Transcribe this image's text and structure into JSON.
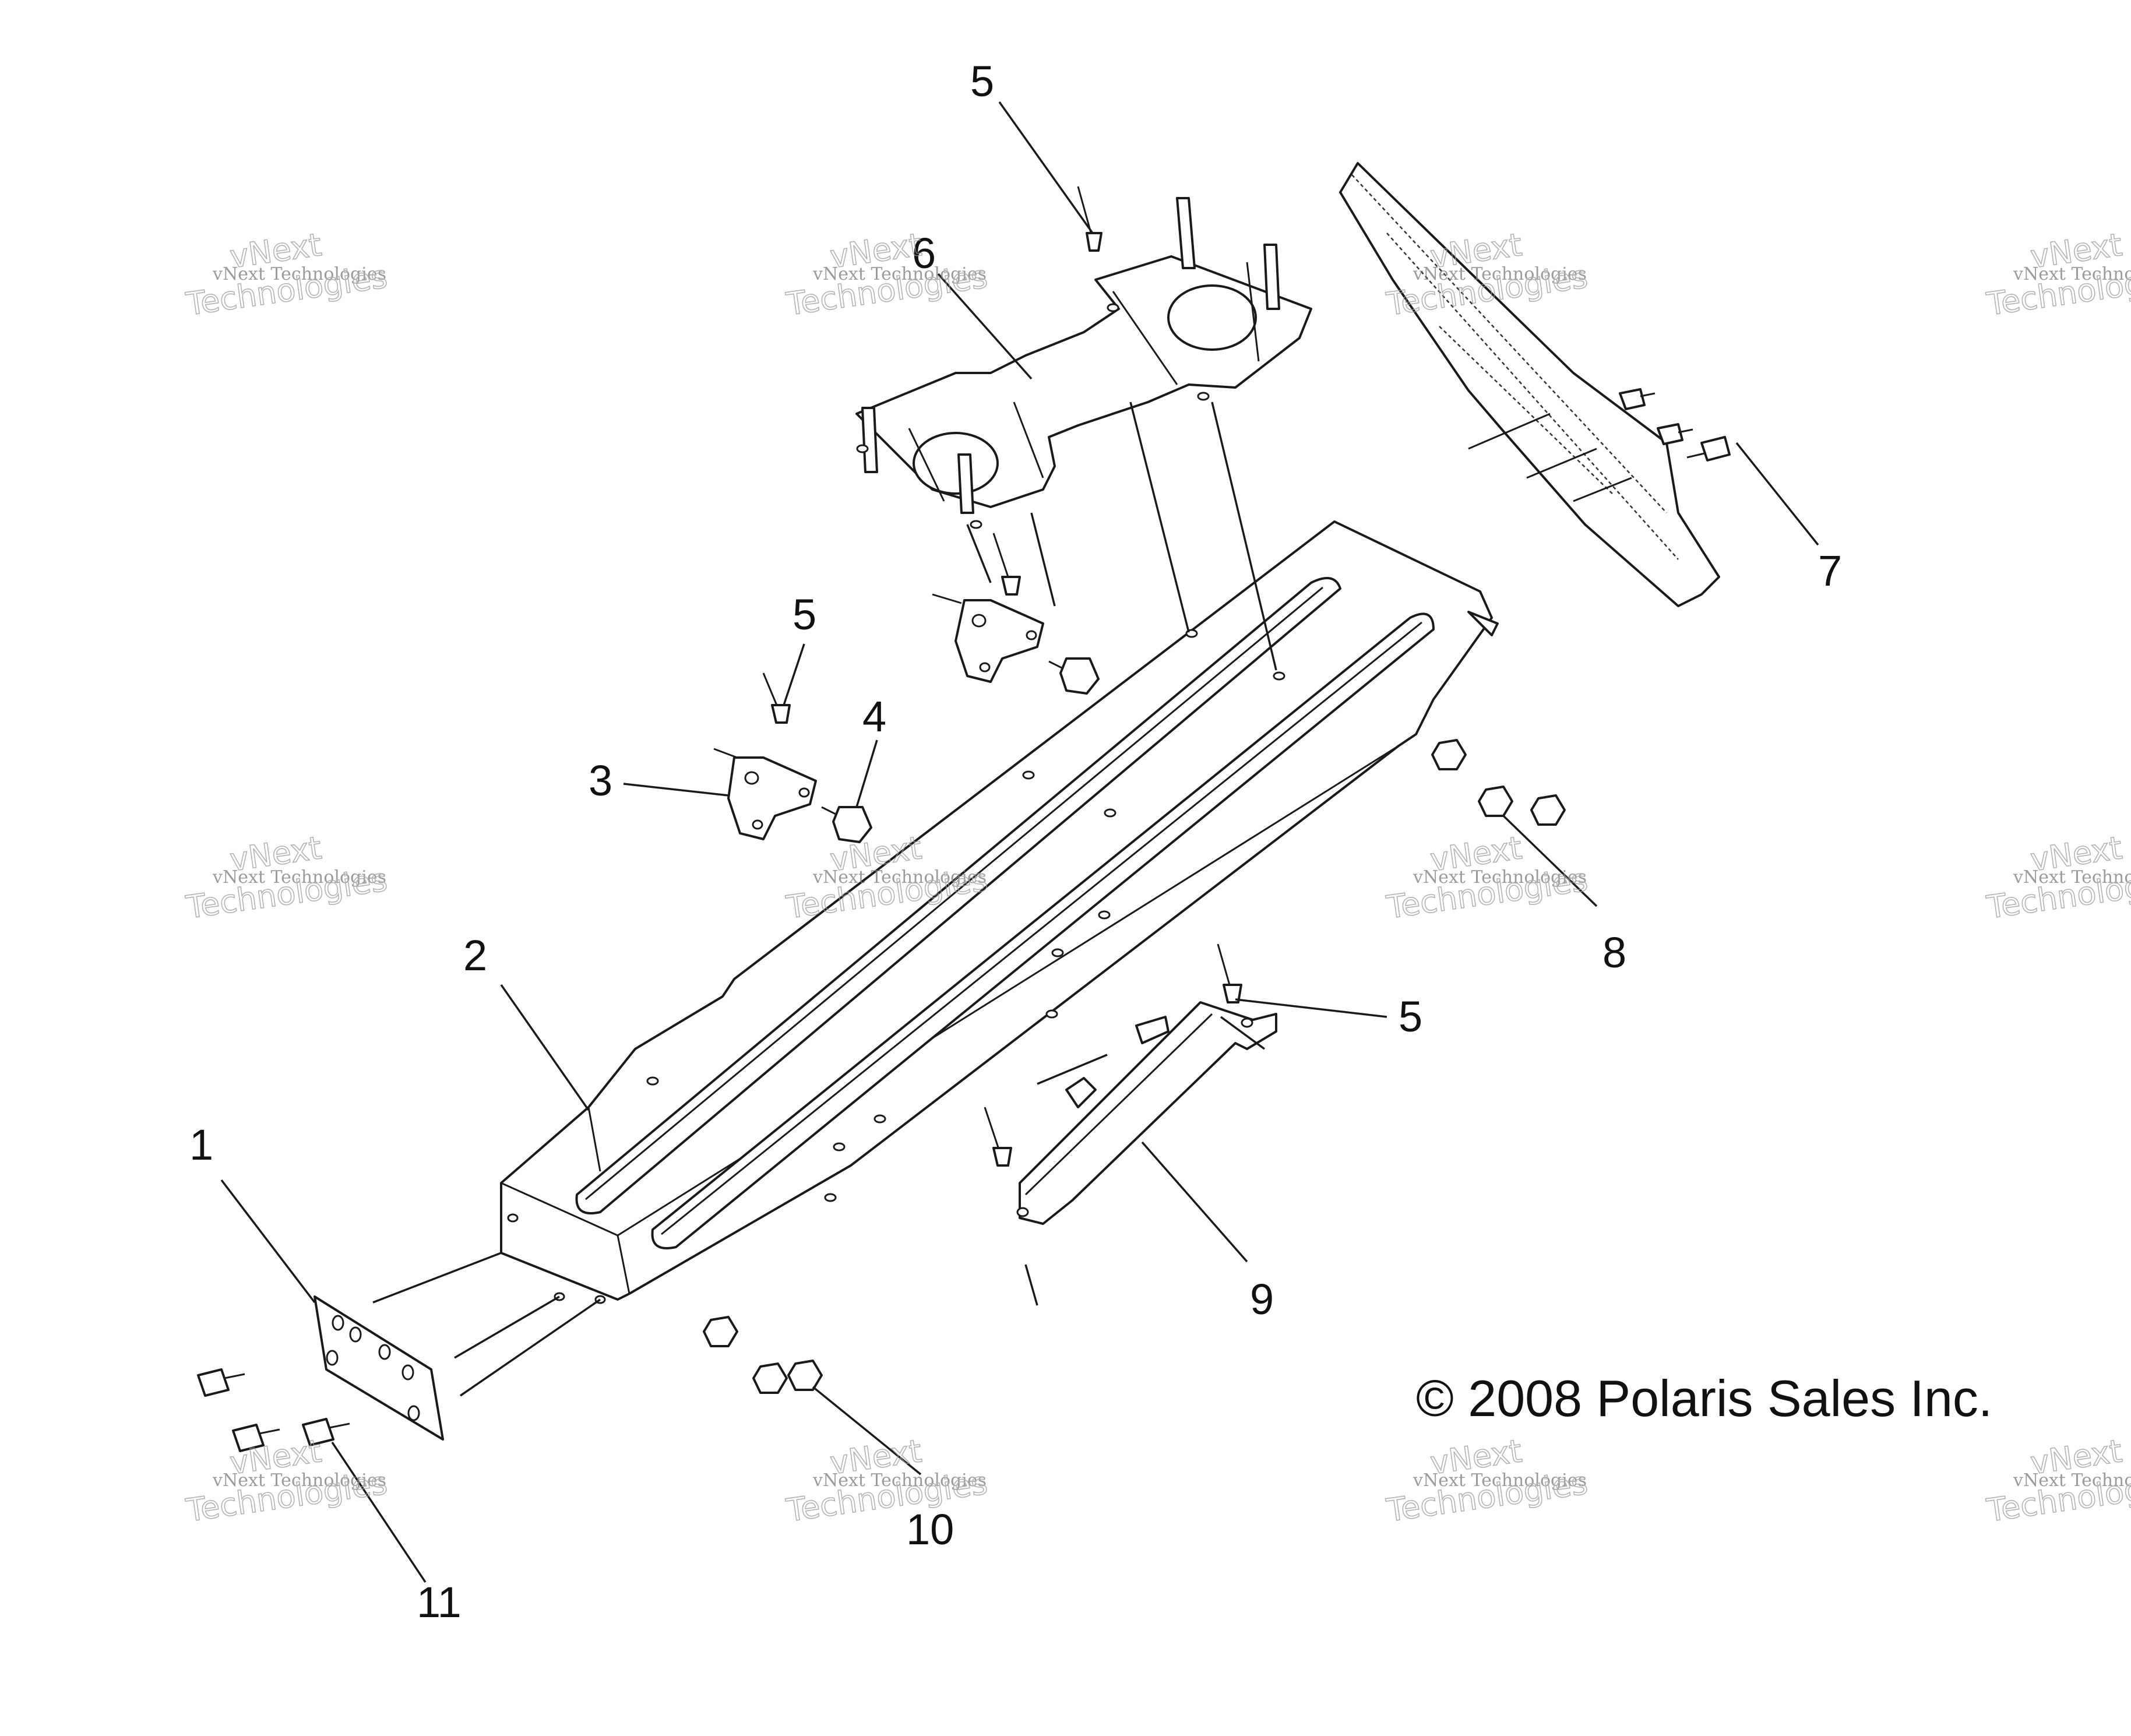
{
  "diagram": {
    "callouts": [
      {
        "id": "1",
        "label": "1"
      },
      {
        "id": "2",
        "label": "2"
      },
      {
        "id": "3",
        "label": "3"
      },
      {
        "id": "4",
        "label": "4"
      },
      {
        "id": "5a",
        "label": "5"
      },
      {
        "id": "5b",
        "label": "5"
      },
      {
        "id": "5c",
        "label": "5"
      },
      {
        "id": "6",
        "label": "6"
      },
      {
        "id": "7",
        "label": "7"
      },
      {
        "id": "8",
        "label": "8"
      },
      {
        "id": "9",
        "label": "9"
      },
      {
        "id": "10",
        "label": "10"
      },
      {
        "id": "11",
        "label": "11"
      }
    ],
    "copyright": "© 2008 Polaris Sales Inc.",
    "watermark": {
      "line1": "vNext Technologies",
      "line2": "vNext",
      "line3": "Technologies"
    }
  }
}
